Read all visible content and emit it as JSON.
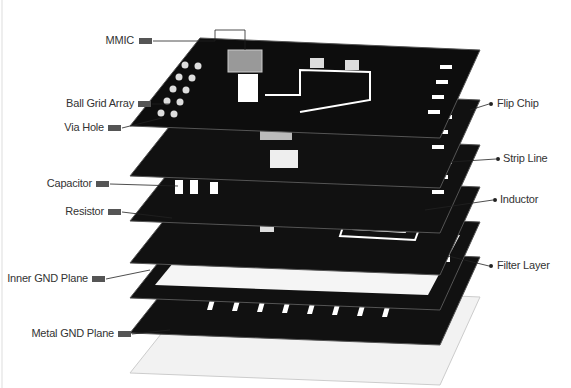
{
  "diagram": {
    "labels": [
      "MMIC",
      "Ball Grid Array",
      "Via Hole",
      "Capacitor",
      "Resistor",
      "Inner GND Plane",
      "Metal GND Plane",
      "Flip Chip",
      "Strip Line",
      "Inductor",
      "Filter Layer"
    ]
  }
}
